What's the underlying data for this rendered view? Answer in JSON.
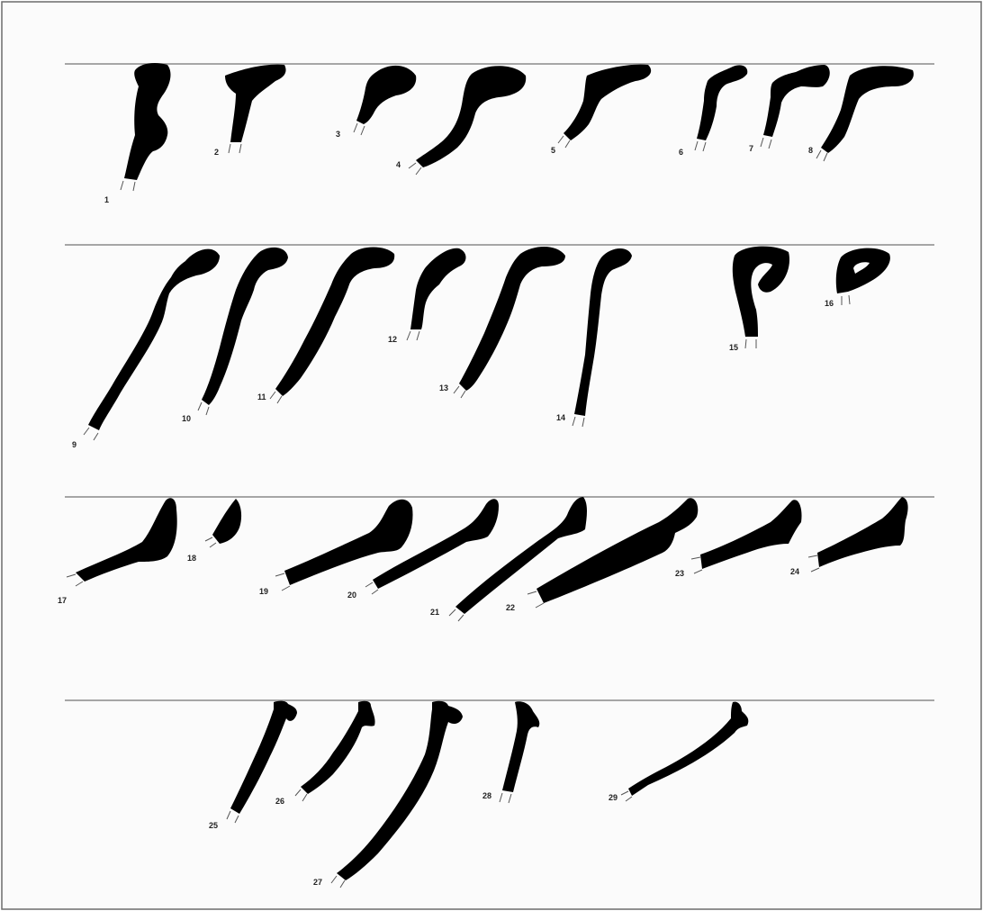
{
  "figure": {
    "rows": [
      {
        "id": "row-1",
        "specimens": [
          "1",
          "2",
          "3",
          "4",
          "5",
          "6",
          "7",
          "8"
        ]
      },
      {
        "id": "row-2",
        "specimens": [
          "9",
          "10",
          "11",
          "12",
          "13",
          "14",
          "15",
          "16"
        ]
      },
      {
        "id": "row-3",
        "specimens": [
          "17",
          "18",
          "19",
          "20",
          "21",
          "22",
          "23",
          "24"
        ]
      },
      {
        "id": "row-4",
        "specimens": [
          "25",
          "26",
          "27",
          "28",
          "29"
        ]
      }
    ],
    "colors": {
      "background": "#fbfbfb",
      "border": "#6b6b6b",
      "baseline": "#8a8a8a",
      "silhouette": "#000000",
      "label": "#222222"
    }
  }
}
